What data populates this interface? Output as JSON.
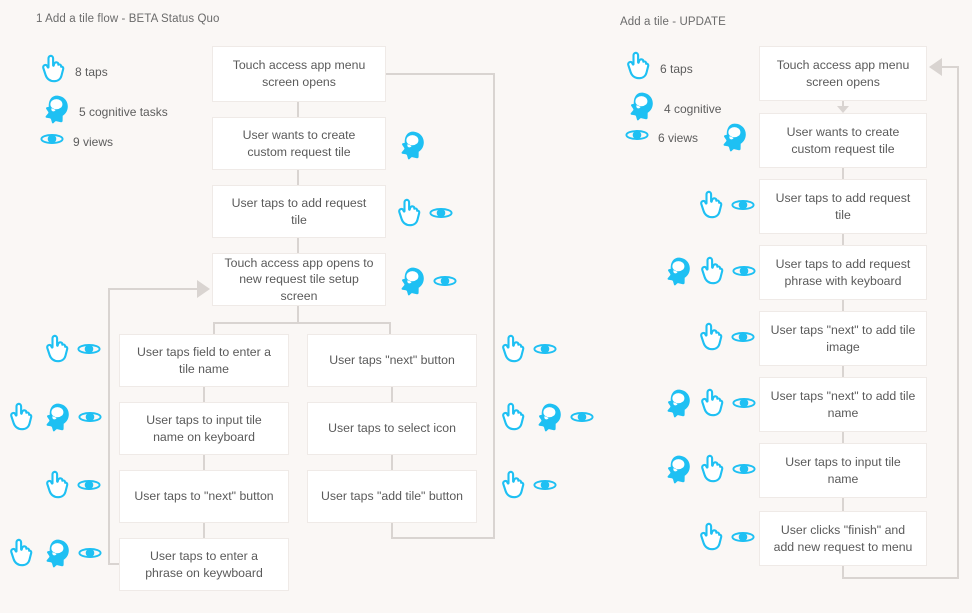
{
  "theme": {
    "background": "#faf7f5",
    "accent": "#1ec0f3",
    "connector": "#d9d4d1",
    "node_bg": "#ffffff",
    "node_border": "#efeae7",
    "text": "#5a5a5a"
  },
  "icon_names": {
    "tap": "hand-tap-icon",
    "cognitive": "head-thought-icon",
    "view": "eye-icon"
  },
  "flows": [
    {
      "id": "beta",
      "title": "1 Add a tile flow - BETA Status Quo",
      "legend": [
        {
          "icon": "tap",
          "label": "8 taps"
        },
        {
          "icon": "cognitive",
          "label": "5 cognitive tasks"
        },
        {
          "icon": "view",
          "label": "9 views"
        }
      ],
      "nodes": [
        {
          "id": "b1",
          "text": "Touch access app menu screen opens"
        },
        {
          "id": "b2",
          "text": "User wants to create custom request tile"
        },
        {
          "id": "b3",
          "text": "User taps to add request tile"
        },
        {
          "id": "b4",
          "text": "Touch access app opens to new request tile setup screen"
        },
        {
          "id": "b5",
          "text": "User taps field to enter a tile name"
        },
        {
          "id": "b6",
          "text": "User taps to input tile name on keyboard"
        },
        {
          "id": "b7",
          "text": "User taps to \"next\" button"
        },
        {
          "id": "b8",
          "text": "User taps to enter a phrase on keywboard"
        },
        {
          "id": "b9",
          "text": "User taps \"next\" button"
        },
        {
          "id": "b10",
          "text": "User taps to select icon"
        },
        {
          "id": "b11",
          "text": "User taps \"add tile\" button"
        }
      ],
      "annotations": [
        {
          "node": "b2",
          "icons": [
            "cognitive"
          ]
        },
        {
          "node": "b3",
          "icons": [
            "tap",
            "view"
          ]
        },
        {
          "node": "b4",
          "icons": [
            "cognitive",
            "view"
          ]
        },
        {
          "node": "b5",
          "icons": [
            "tap",
            "view"
          ]
        },
        {
          "node": "b6",
          "icons": [
            "tap",
            "cognitive",
            "view"
          ]
        },
        {
          "node": "b7",
          "icons": [
            "tap",
            "view"
          ]
        },
        {
          "node": "b8",
          "icons": [
            "tap",
            "cognitive",
            "view"
          ]
        },
        {
          "node": "b9",
          "icons": [
            "tap",
            "view"
          ]
        },
        {
          "node": "b10",
          "icons": [
            "tap",
            "cognitive",
            "view"
          ]
        },
        {
          "node": "b11",
          "icons": [
            "tap",
            "view"
          ]
        }
      ]
    },
    {
      "id": "update",
      "title": "Add a tile - UPDATE",
      "legend": [
        {
          "icon": "tap",
          "label": "6 taps"
        },
        {
          "icon": "cognitive",
          "label": "4 cognitive"
        },
        {
          "icon": "view",
          "label": "6 views"
        }
      ],
      "nodes": [
        {
          "id": "u1",
          "text": "Touch access app menu screen opens"
        },
        {
          "id": "u2",
          "text": "User wants to create custom request tile"
        },
        {
          "id": "u3",
          "text": "User taps to add request tile"
        },
        {
          "id": "u4",
          "text": "User taps to add request phrase with keyboard"
        },
        {
          "id": "u5",
          "text": "User taps \"next\" to add tile image"
        },
        {
          "id": "u6",
          "text": "User taps \"next\" to add tile name"
        },
        {
          "id": "u7",
          "text": "User taps to input tile name"
        },
        {
          "id": "u8",
          "text": "User clicks \"finish\" and add new request to menu"
        }
      ],
      "annotations": [
        {
          "node": "u2",
          "icons": [
            "cognitive"
          ]
        },
        {
          "node": "u3",
          "icons": [
            "tap",
            "view"
          ]
        },
        {
          "node": "u4",
          "icons": [
            "cognitive",
            "tap",
            "view"
          ]
        },
        {
          "node": "u5",
          "icons": [
            "tap",
            "view"
          ]
        },
        {
          "node": "u6",
          "icons": [
            "cognitive",
            "tap",
            "view"
          ]
        },
        {
          "node": "u7",
          "icons": [
            "cognitive",
            "tap",
            "view"
          ]
        },
        {
          "node": "u8",
          "icons": [
            "tap",
            "view"
          ]
        }
      ]
    }
  ]
}
